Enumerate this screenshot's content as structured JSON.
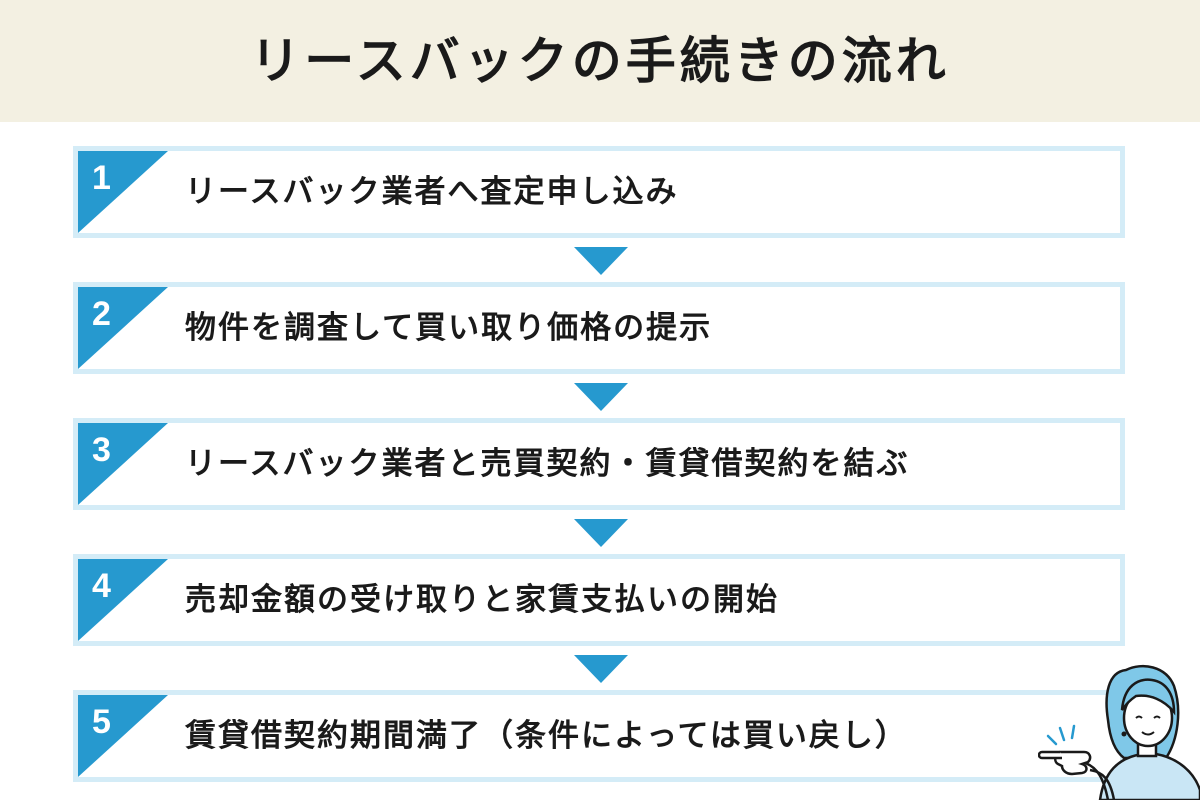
{
  "title": "リースバックの手続きの流れ",
  "steps": [
    {
      "number": "1",
      "text": "リースバック業者へ査定申し込み"
    },
    {
      "number": "2",
      "text": "物件を調査して買い取り価格の提示"
    },
    {
      "number": "3",
      "text": "リースバック業者と売買契約・賃貸借契約を結ぶ"
    },
    {
      "number": "4",
      "text": "売却金額の受け取りと家賃支払いの開始"
    },
    {
      "number": "5",
      "text": "賃貸借契約期間満了（条件によっては買い戻し）"
    }
  ],
  "colors": {
    "accent": "#2699cf",
    "step_border": "#d4ecf7",
    "header_bg": "#f3f0e2"
  }
}
